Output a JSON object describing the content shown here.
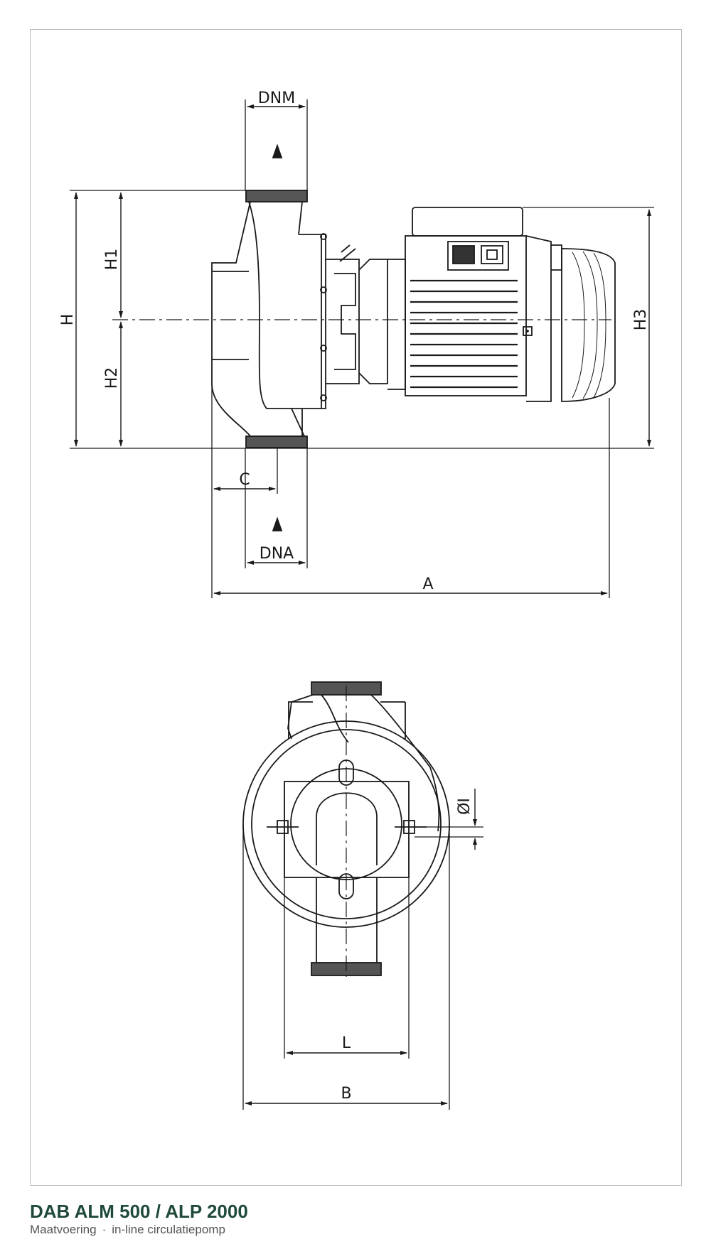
{
  "caption": {
    "title": "DAB ALM 500 / ALP 2000",
    "subtitle_part1": "Maatvoering",
    "separator": "·",
    "subtitle_part2": "in-line circulatiepomp"
  },
  "side_view": {
    "dimension_labels": {
      "dnm": "DNM",
      "dna": "DNA",
      "h": "H",
      "h1": "H1",
      "h2": "H2",
      "h3": "H3",
      "c": "C",
      "a": "A"
    }
  },
  "front_view": {
    "dimension_labels": {
      "l": "L",
      "b": "B",
      "i": "ØI"
    }
  },
  "colors": {
    "line": "#1a1a1a",
    "frame": "#bdbdbd",
    "title": "#1f4a3a",
    "subtitle": "#555555"
  }
}
